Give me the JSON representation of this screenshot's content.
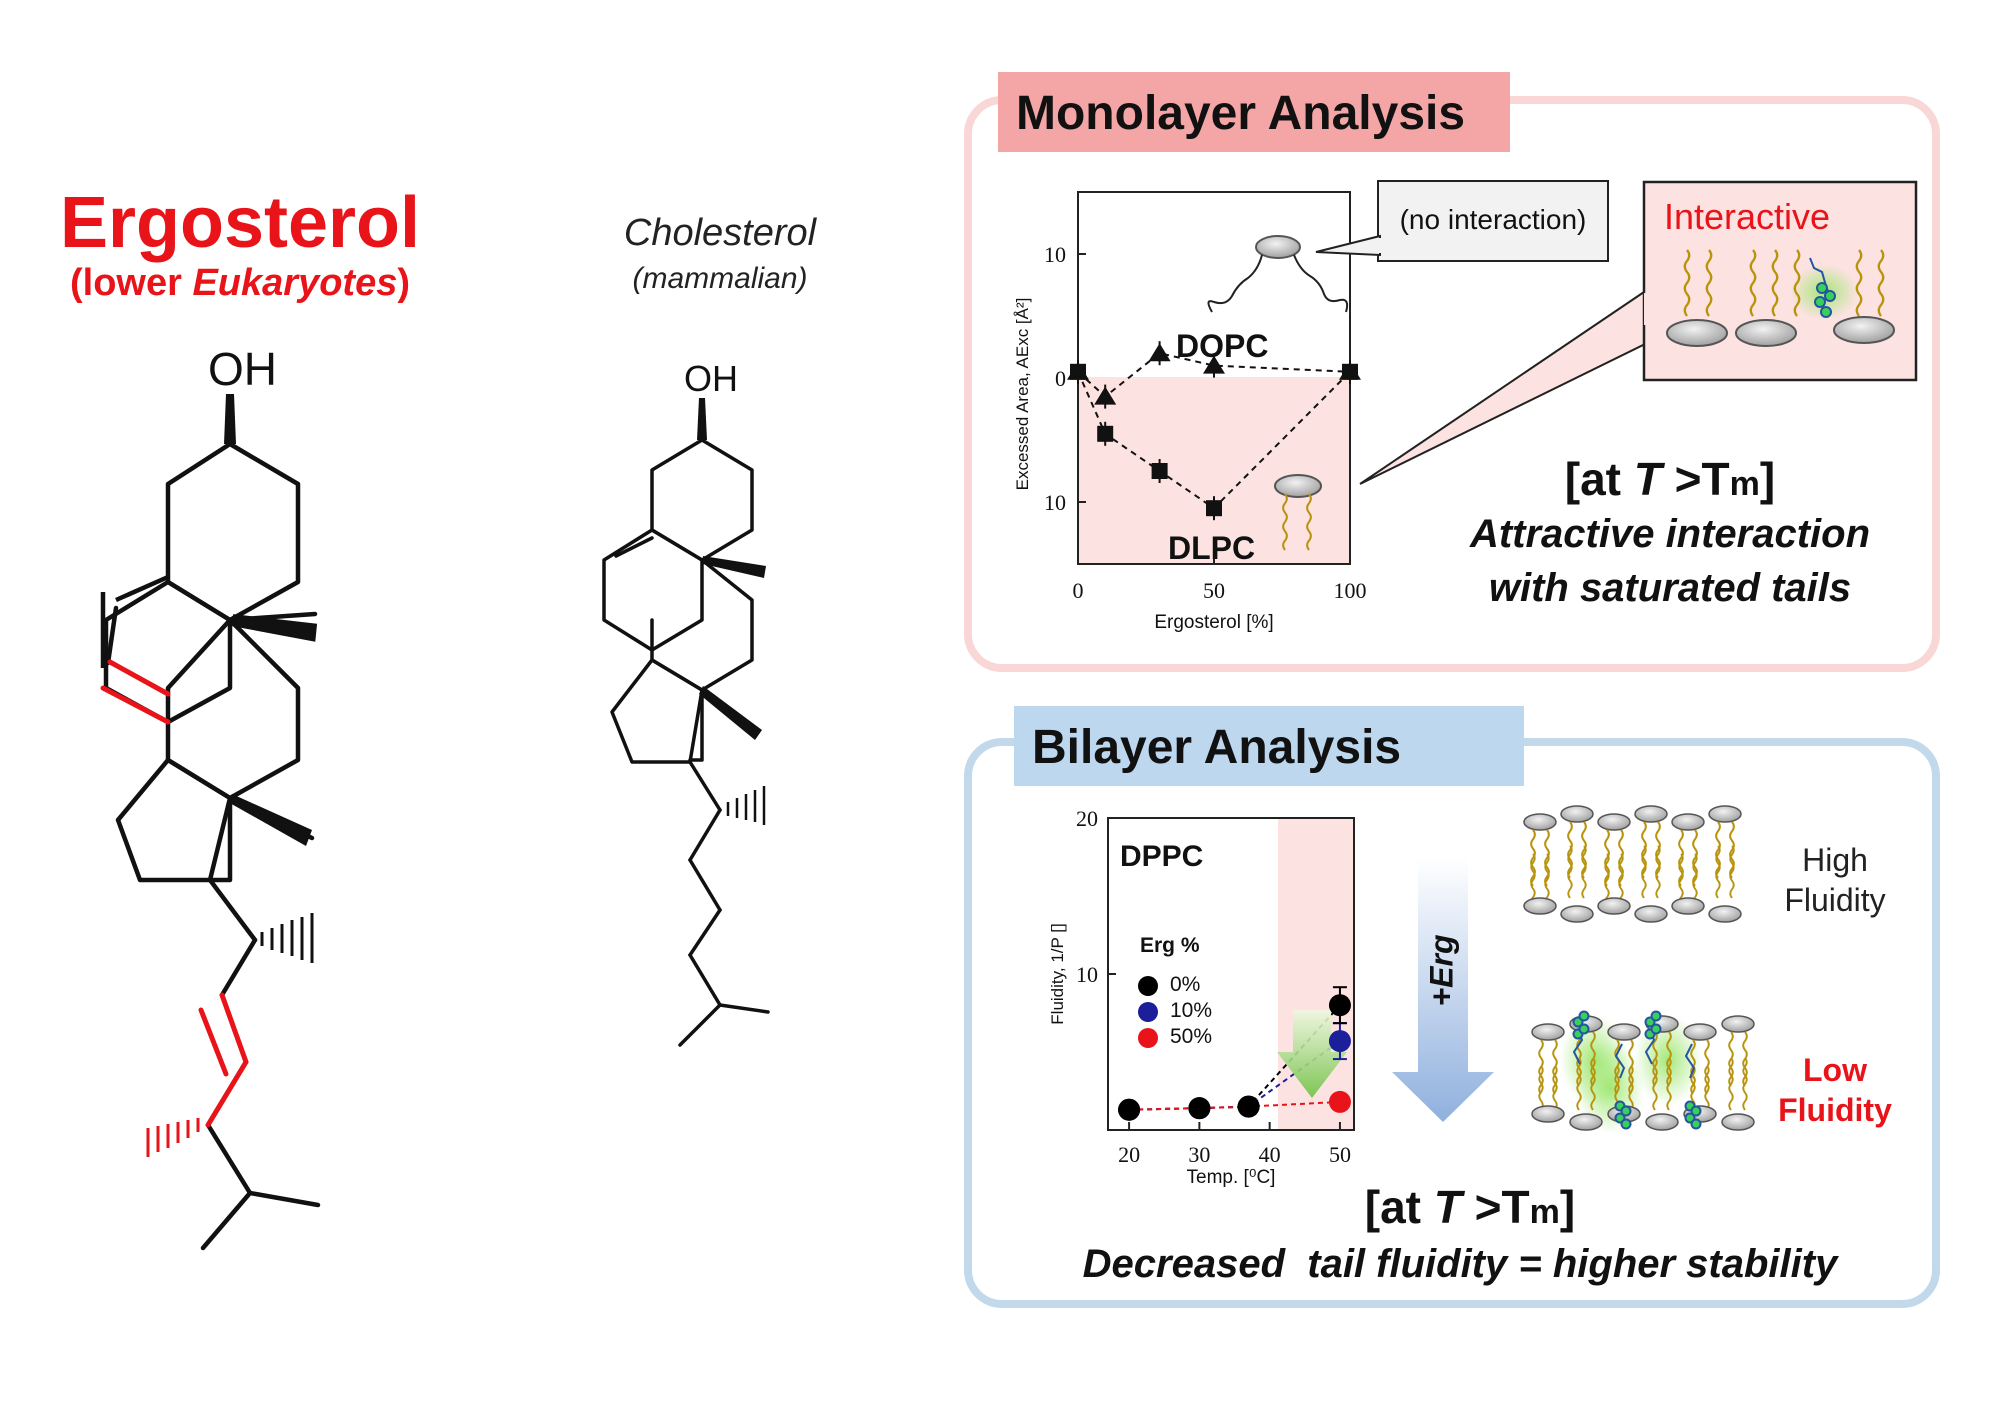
{
  "molecules": {
    "ergosterol": {
      "name": "Ergosterol",
      "sub_pre": "(lower ",
      "sub_em": "Eukaryotes",
      "sub_post": ")",
      "oh": "OH",
      "color": "#e8141a"
    },
    "cholesterol": {
      "name": "Cholesterol",
      "sub": "(mammalian)",
      "oh": "OH"
    }
  },
  "monolayer": {
    "heading": "Monolayer Analysis",
    "heading_bg": "#f4a6a6",
    "border_color": "#f9d7d7",
    "callout_no_interaction": "(no interaction)",
    "callout_interactive": "Interactive",
    "cond_line1_pre": "[at ",
    "cond_T": "T",
    "cond_gt": " >T",
    "cond_sub": "m",
    "cond_post": "]",
    "conclusion1": "Attractive interaction",
    "conclusion2": "with saturated tails",
    "labels": {
      "dopc": "DOPC",
      "dlpc": "DLPC"
    },
    "chart_data": {
      "type": "line",
      "xlabel": "Ergosterol [%]",
      "ylabel": "Excessed Area, AExc [Å²]",
      "xlim": [
        0,
        100
      ],
      "ylim": [
        -15,
        15
      ],
      "xticks": [
        "0",
        "50",
        "100"
      ],
      "yticks": [
        "10",
        "0",
        "10"
      ],
      "series": [
        {
          "name": "DOPC",
          "marker": "triangle",
          "x": [
            0,
            10,
            30,
            50,
            100
          ],
          "y": [
            0.5,
            -1.5,
            2,
            1,
            0.5
          ]
        },
        {
          "name": "DLPC",
          "marker": "square",
          "x": [
            0,
            10,
            30,
            50,
            100
          ],
          "y": [
            0.5,
            -4.5,
            -7.5,
            -10.5,
            0.5
          ]
        }
      ]
    }
  },
  "bilayer": {
    "heading": "Bilayer Analysis",
    "heading_bg": "#bcd7ee",
    "border_color": "#c2d9ec",
    "lipid": "DPPC",
    "legend_title": "Erg %",
    "arrow_label": "+Erg",
    "high_line1": "High",
    "high_line2": "Fluidity",
    "low_line1": "Low",
    "low_line2": "Fluidity",
    "cond_line1_pre": "[at ",
    "cond_T": "T",
    "cond_gt": " >T",
    "cond_sub": "m",
    "cond_post": "]",
    "conclusion": "Decreased  tail fluidity = higher stability",
    "chart_data": {
      "type": "scatter",
      "xlabel": "Temp. [⁰C]",
      "ylabel": "Fluidity, 1/P []",
      "xlim": [
        17,
        52
      ],
      "ylim": [
        0,
        20
      ],
      "xticks": [
        "20",
        "30",
        "40",
        "50"
      ],
      "yticks": [
        "20",
        "10"
      ],
      "series": [
        {
          "name": "0%",
          "color": "#000000",
          "x": [
            20,
            30,
            37,
            50
          ],
          "y": [
            1.3,
            1.4,
            1.5,
            8.0
          ]
        },
        {
          "name": "10%",
          "color": "#1b1f99",
          "x": [
            20,
            30,
            37,
            50
          ],
          "y": [
            1.3,
            1.4,
            1.5,
            5.7
          ]
        },
        {
          "name": "50%",
          "color": "#e8141a",
          "x": [
            20,
            30,
            37,
            50
          ],
          "y": [
            1.3,
            1.4,
            1.5,
            1.8
          ]
        }
      ]
    }
  }
}
